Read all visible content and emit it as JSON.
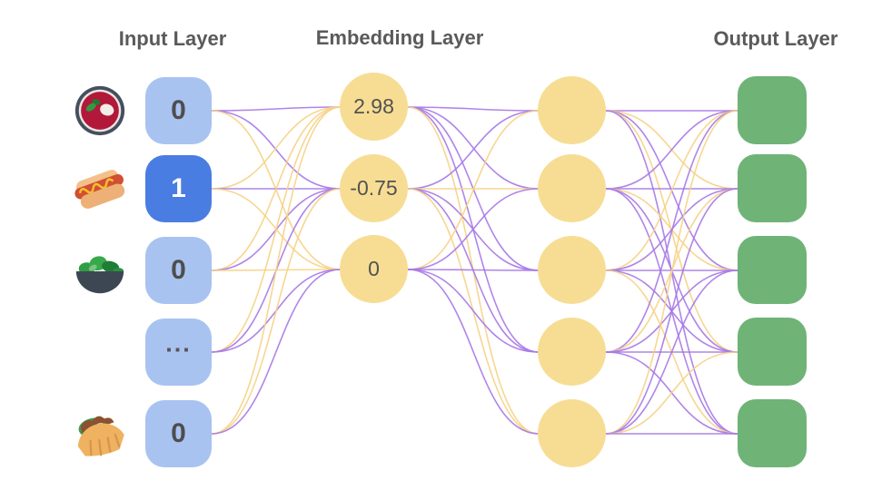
{
  "titles": {
    "input": "Input Layer",
    "embedding": "Embedding Layer",
    "output": "Output Layer"
  },
  "input_layer": {
    "nodes": [
      {
        "icon": "borscht-icon",
        "value": "0",
        "highlighted": false
      },
      {
        "icon": "hot-dog-icon",
        "value": "1",
        "highlighted": true
      },
      {
        "icon": "salad-icon",
        "value": "0",
        "highlighted": false
      },
      {
        "icon": "",
        "value": "...",
        "highlighted": false
      },
      {
        "icon": "stuffed-flatbread-icon",
        "value": "0",
        "highlighted": false
      }
    ]
  },
  "embedding_layer": {
    "nodes": [
      {
        "value": "2.98"
      },
      {
        "value": "-0.75"
      },
      {
        "value": "0"
      }
    ]
  },
  "hidden_layer": {
    "node_count": 5
  },
  "output_layer": {
    "node_count": 5
  },
  "colors": {
    "input_node": "#a9c3f1",
    "input_node_active": "#4a7de2",
    "embedding_node": "#f7dd94",
    "output_node": "#6fb377",
    "edge_purple": "#a678e6",
    "edge_yellow": "#f6d285",
    "heading_text": "#5a5a5a",
    "node_text": "#4e4e4e"
  },
  "edges": {
    "input_to_embedding": [
      [
        "P",
        "P",
        "Y"
      ],
      [
        "Y",
        "P",
        "Y"
      ],
      [
        "Y",
        "P",
        "Y"
      ],
      [
        "Y",
        "P",
        "P"
      ],
      [
        "Y",
        "Y",
        "P"
      ]
    ],
    "embedding_to_hidden": [
      [
        "P",
        "P",
        "P",
        "P",
        "Y"
      ],
      [
        "P",
        "Y",
        "P",
        "P",
        "Y"
      ],
      [
        "Y",
        "P",
        "P",
        "P",
        "P"
      ]
    ],
    "hidden_to_output": [
      [
        "P",
        "Y",
        "P",
        "Y",
        "P"
      ],
      [
        "P",
        "P",
        "Y",
        "P",
        "P"
      ],
      [
        "Y",
        "P",
        "P",
        "P",
        "Y"
      ],
      [
        "P",
        "Y",
        "P",
        "P",
        "P"
      ],
      [
        "Y",
        "P",
        "P",
        "Y",
        "P"
      ]
    ]
  }
}
